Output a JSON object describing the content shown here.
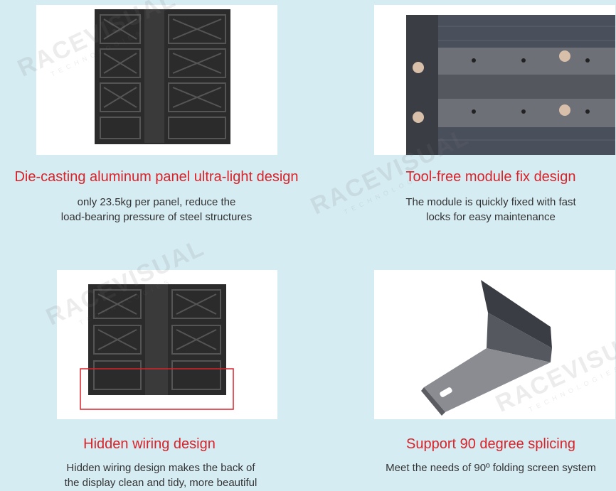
{
  "features": [
    {
      "title": "Die-casting aluminum panel ultra-light design",
      "description_lines": [
        "only 23.5kg per panel, reduce the",
        "load-bearing pressure of steel structures"
      ],
      "image": "rear-panel-photo"
    },
    {
      "title": "Tool-free module fix design",
      "description_lines": [
        "The module is quickly fixed with fast",
        "locks for easy maintenance"
      ],
      "image": "module-lock-photo"
    },
    {
      "title": "Hidden wiring design",
      "description_lines": [
        "Hidden wiring design makes the back of",
        "the display clean and tidy, more beautiful"
      ],
      "image": "hidden-wiring-photo"
    },
    {
      "title": "Support 90 degree splicing",
      "description_lines": [
        "Meet the needs of 90º folding screen system"
      ],
      "image": "ninety-degree-photo"
    }
  ],
  "watermark": {
    "brand": "RACEVISUAL",
    "sub": "TECHNOLOGIES"
  },
  "colors": {
    "background": "#d6ecf3",
    "title": "#d8232a",
    "highlight": "#d8232a"
  }
}
